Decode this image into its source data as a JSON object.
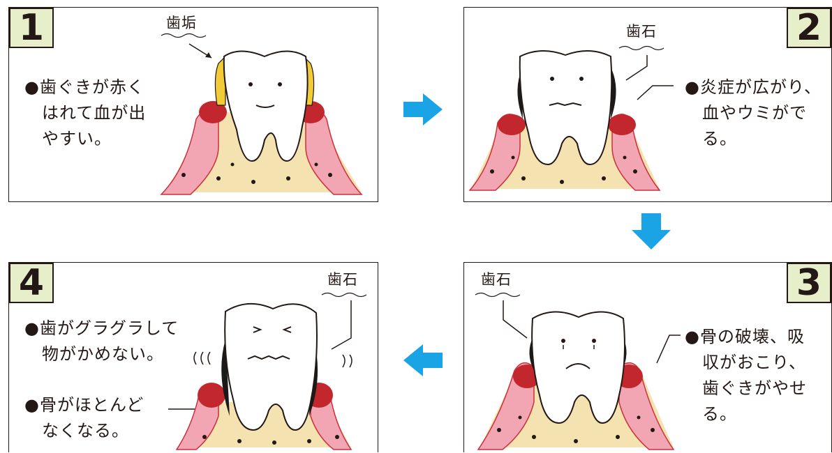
{
  "colors": {
    "gum": "#f2a6b4",
    "gum_dark": "#c9303a",
    "inflamed": "#c2272d",
    "bone": "#f4e2b0",
    "plaque": "#f2cc36",
    "tartar": "#1a1a1a",
    "arrow": "#1aa4e6",
    "number_bg": "#e6efc9"
  },
  "panels": [
    {
      "number": "1",
      "label": "歯垢",
      "text": "●歯ぐきが赤く\n　はれて血が出\n　やすい。"
    },
    {
      "number": "2",
      "label": "歯石",
      "text": "●炎症が広がり、\n　血やウミがで\n　る。"
    },
    {
      "number": "3",
      "label": "歯石",
      "text": "●骨の破壊、吸\n　収がおこり、\n　歯ぐきがやせ\n　る。"
    },
    {
      "number": "4",
      "label": "歯石",
      "text": "●歯がグラグラして\n　物がかめない。",
      "text2": "●骨がほとんど\n　なくなる。"
    }
  ],
  "arrows": [
    "arrow-right",
    "arrow-down",
    "arrow-left"
  ]
}
